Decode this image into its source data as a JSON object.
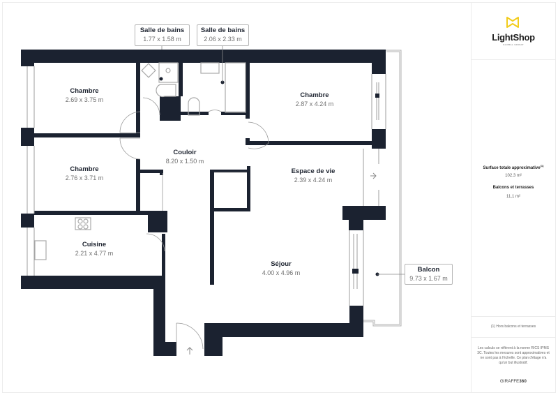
{
  "colors": {
    "wall": "#1b2230",
    "fixture": "#b0b0b0",
    "border": "#ececec",
    "logo_yellow": "#f2cc1c"
  },
  "rooms": [
    {
      "id": "chambre-1",
      "name": "Chambre",
      "dims": "2.69 x 3.75 m"
    },
    {
      "id": "chambre-2",
      "name": "Chambre",
      "dims": "2.76 x 3.71 m"
    },
    {
      "id": "chambre-3",
      "name": "Chambre",
      "dims": "2.87 x 4.24 m"
    },
    {
      "id": "couloir",
      "name": "Couloir",
      "dims": "8.20 x 1.50 m"
    },
    {
      "id": "espace-de-vie",
      "name": "Espace de vie",
      "dims": "2.39 x 4.24 m"
    },
    {
      "id": "cuisine",
      "name": "Cuisine",
      "dims": "2.21 x 4.77 m"
    },
    {
      "id": "sejour",
      "name": "Séjour",
      "dims": "4.00 x 4.96 m"
    }
  ],
  "callouts": [
    {
      "id": "salle-de-bains-1",
      "name": "Salle de bains",
      "dims": "1.77 x 1.58 m"
    },
    {
      "id": "salle-de-bains-2",
      "name": "Salle de bains",
      "dims": "2.06 x 2.33 m"
    },
    {
      "id": "balcon",
      "name": "Balcon",
      "dims": "9.73 x 1.67 m"
    }
  ],
  "sidebar": {
    "logo": {
      "name": "LightShop",
      "tagline": "GLOBAL GROUP"
    },
    "stats": {
      "total_title": "Surface totale approximative",
      "total_sup": "(1)",
      "total_value": "102.3 m²",
      "balcony_title": "Balcons et terrasses",
      "balcony_value": "11,1 m²"
    },
    "note": "(1) Hors balcons et terrasses",
    "disclaimer": "Les calculs se réfèrent à la norme RICS IPMS 3C. Toutes les mesures sont approximatives et ne sont pas à l'échelle. Ce plan d'étage n'a qu'un but illustratif.",
    "brand_light": "GIRAFFE",
    "brand_bold": "360"
  }
}
